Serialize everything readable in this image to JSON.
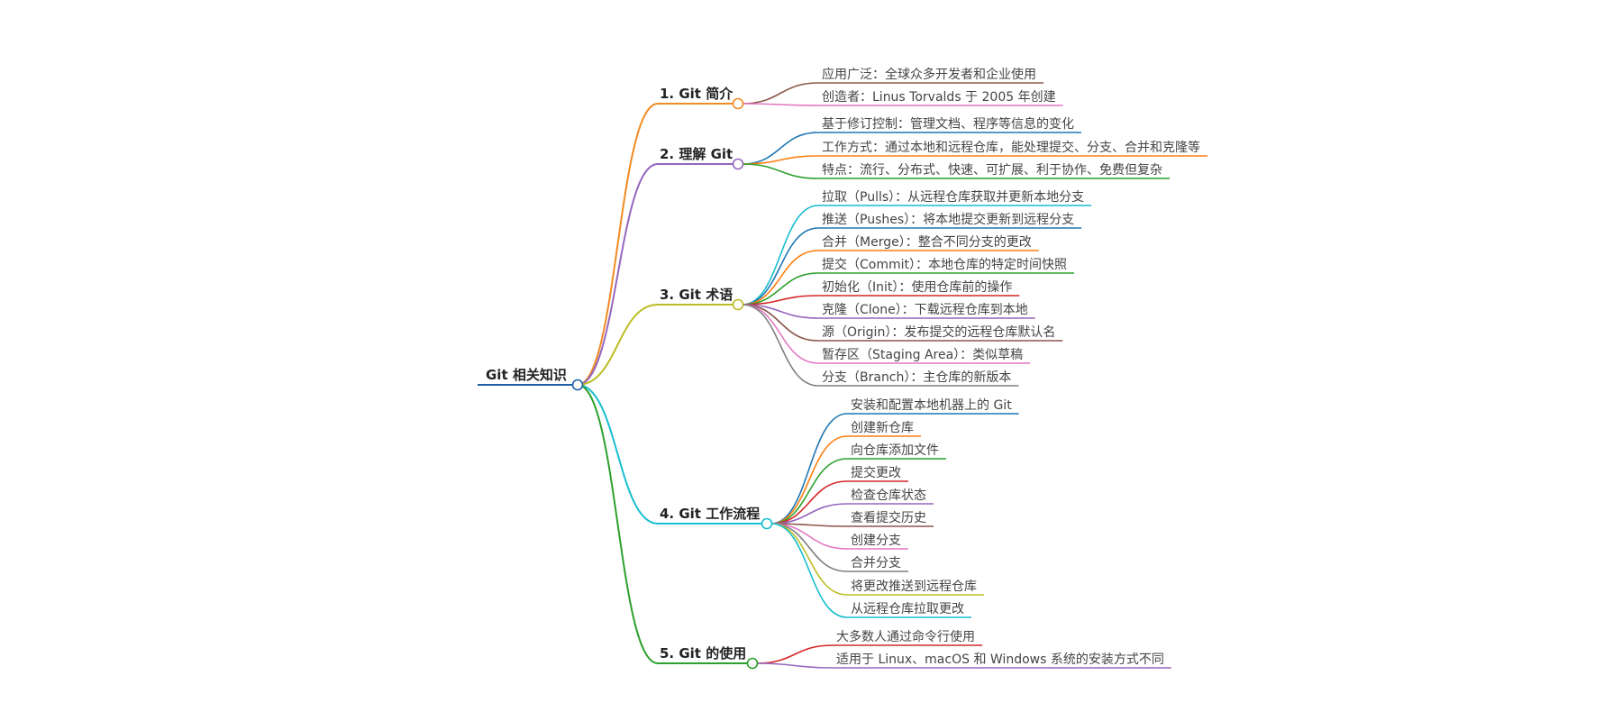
{
  "root": {
    "label": "Git 相关知识",
    "color": "#1f5fa8"
  },
  "branches": [
    {
      "label": "1. Git 简介",
      "color": "#f08a24",
      "leaves": [
        {
          "label": "应用广泛：全球众多开发者和企业使用",
          "color": "#8b5a4a"
        },
        {
          "label": "创造者：Linus Torvalds 于 2005 年创建",
          "color": "#e377c2"
        }
      ]
    },
    {
      "label": "2. 理解 Git",
      "color": "#9467bd",
      "leaves": [
        {
          "label": "基于修订控制：管理文档、程序等信息的变化",
          "color": "#1f77b4"
        },
        {
          "label": "工作方式：通过本地和远程仓库，能处理提交、分支、合并和克隆等",
          "color": "#ff7f0e"
        },
        {
          "label": "特点：流行、分布式、快速、可扩展、利于协作、免费但复杂",
          "color": "#2ca02c"
        }
      ]
    },
    {
      "label": "3. Git 术语",
      "color": "#bcbd22",
      "leaves": [
        {
          "label": "拉取（Pulls）：从远程仓库获取并更新本地分支",
          "color": "#17becf"
        },
        {
          "label": "推送（Pushes）：将本地提交更新到远程分支",
          "color": "#1f77b4"
        },
        {
          "label": "合并（Merge）：整合不同分支的更改",
          "color": "#ff7f0e"
        },
        {
          "label": "提交（Commit）：本地仓库的特定时间快照",
          "color": "#2ca02c"
        },
        {
          "label": "初始化（Init）：使用仓库前的操作",
          "color": "#d62728"
        },
        {
          "label": "克隆（Clone）：下载远程仓库到本地",
          "color": "#9467bd"
        },
        {
          "label": "源（Origin）：发布提交的远程仓库默认名",
          "color": "#8c564b"
        },
        {
          "label": "暂存区（Staging Area）：类似草稿",
          "color": "#e377c2"
        },
        {
          "label": "分支（Branch）：主仓库的新版本",
          "color": "#7f7f7f"
        }
      ]
    },
    {
      "label": "4. Git 工作流程",
      "color": "#17becf",
      "leaves": [
        {
          "label": "安装和配置本地机器上的 Git",
          "color": "#1f77b4"
        },
        {
          "label": "创建新仓库",
          "color": "#ff7f0e"
        },
        {
          "label": "向仓库添加文件",
          "color": "#2ca02c"
        },
        {
          "label": "提交更改",
          "color": "#d62728"
        },
        {
          "label": "检查仓库状态",
          "color": "#9467bd"
        },
        {
          "label": "查看提交历史",
          "color": "#8c564b"
        },
        {
          "label": "创建分支",
          "color": "#e377c2"
        },
        {
          "label": "合并分支",
          "color": "#7f7f7f"
        },
        {
          "label": "将更改推送到远程仓库",
          "color": "#bcbd22"
        },
        {
          "label": "从远程仓库拉取更改",
          "color": "#17becf"
        }
      ]
    },
    {
      "label": "5. Git 的使用",
      "color": "#2ca02c",
      "leaves": [
        {
          "label": "大多数人通过命令行使用",
          "color": "#d62728"
        },
        {
          "label": "适用于 Linux、macOS 和 Windows 系统的安装方式不同",
          "color": "#9467bd"
        }
      ]
    }
  ]
}
